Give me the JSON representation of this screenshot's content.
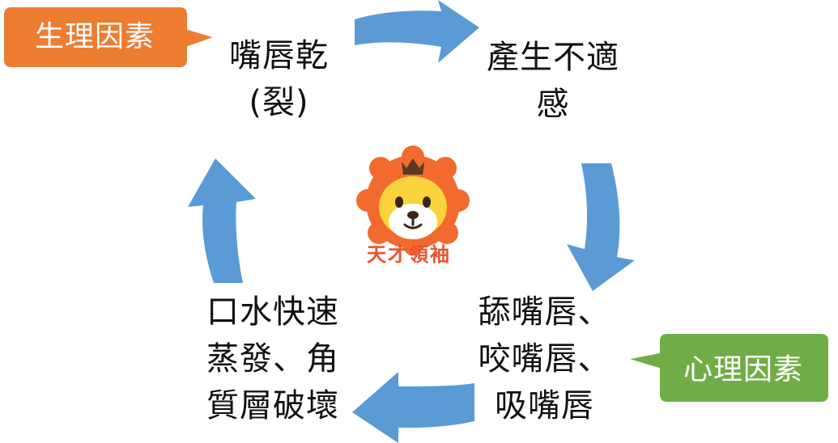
{
  "cycle": {
    "node_top_left": "嘴唇乾\n(裂)",
    "node_top_right": "產生不適\n感",
    "node_bottom_right": "舔嘴唇、\n咬嘴唇、\n吸嘴唇",
    "node_bottom_left": "口水快速\n蒸發、角\n質層破壞"
  },
  "callouts": {
    "physiological": {
      "label": "生理因素",
      "color": "#ed7d31"
    },
    "psychological": {
      "label": "心理因素",
      "color": "#70ad47"
    }
  },
  "arrow_color": "#5b9bd5",
  "logo": {
    "brand": "天才領袖",
    "icon": "lion-mascot-icon"
  }
}
